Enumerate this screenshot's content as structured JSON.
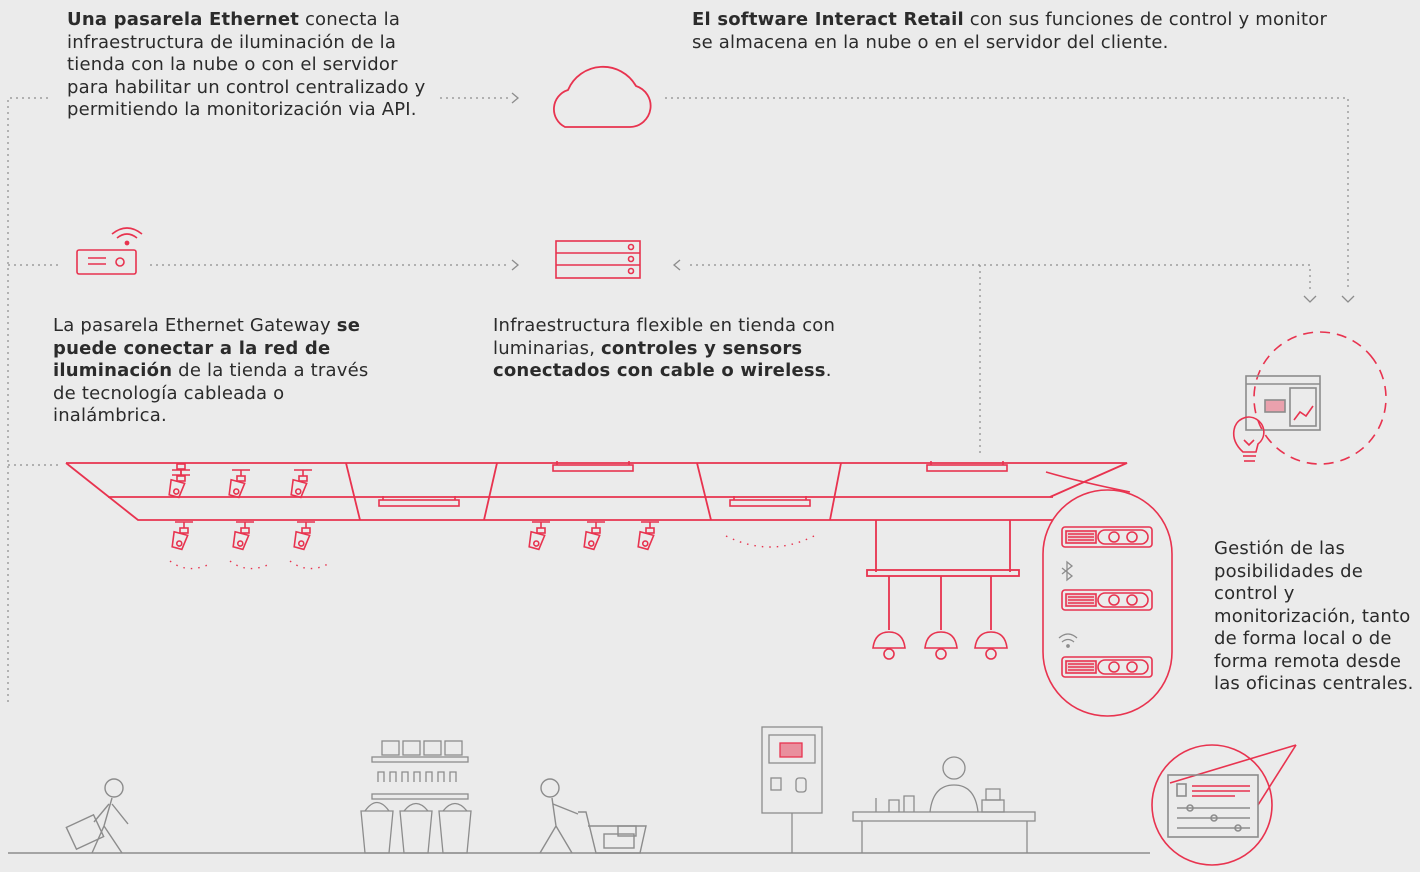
{
  "texts": {
    "gateway_cloud": {
      "bold": "Una pasarela Ethernet",
      "rest": " conecta la infraestructura de iluminación de la tienda con la nube o con el servidor para habilitar un control centralizado y permitiendo la monitorización via API."
    },
    "software": {
      "bold": "El software Interact Retail",
      "rest": " con sus funciones de control y monitor se almacena en la nube o en el servidor del cliente."
    },
    "gateway_network": {
      "pre": "La pasarela Ethernet Gateway ",
      "bold": "se puede conectar a la red de iluminación",
      "rest": " de la tienda a través de tecnología cableada o inalámbrica."
    },
    "infrastructure": {
      "pre": "Infraestructura flexible en tienda con luminarias, ",
      "bold": "controles y sensors conectados con cable o wireless",
      "rest": "."
    },
    "management": {
      "text": "Gestión de las posibilidades de control y monitorización, tanto de forma local o de forma remota desde las oficinas centrales."
    }
  },
  "colors": {
    "accent": "#e8334f",
    "line": "#8c8c8c",
    "background": "#ebebeb",
    "text": "#2b2b2b"
  },
  "icons": [
    "cloud-icon",
    "wifi-icon",
    "gateway-icon",
    "server-icon",
    "dashboard-icon",
    "lightbulb-icon",
    "bluetooth-icon",
    "tablet-control-icon"
  ]
}
